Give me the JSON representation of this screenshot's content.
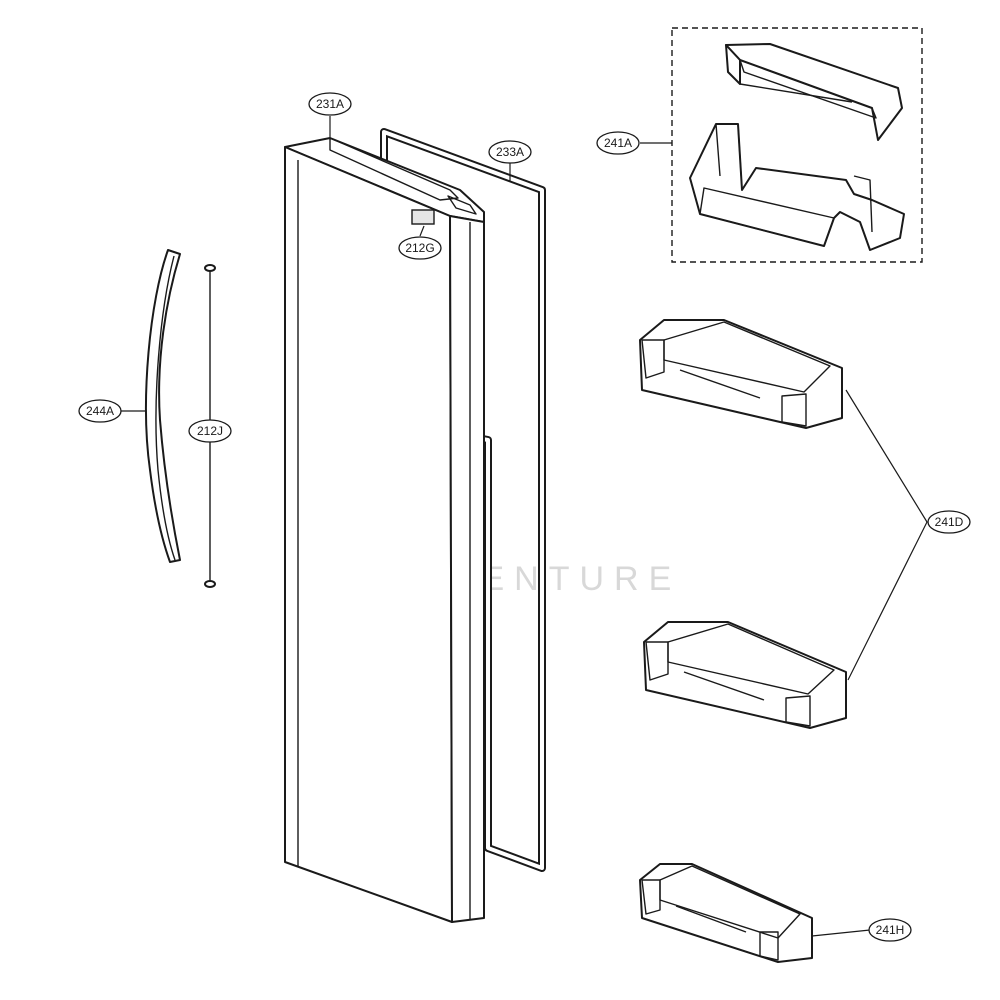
{
  "diagram": {
    "watermark": "LEADVENTURE",
    "callouts": {
      "c231A": "231A",
      "c233A": "233A",
      "c212G": "212G",
      "c212J": "212J",
      "c244A": "244A",
      "c241A": "241A",
      "c241D": "241D",
      "c241H": "241H"
    }
  }
}
